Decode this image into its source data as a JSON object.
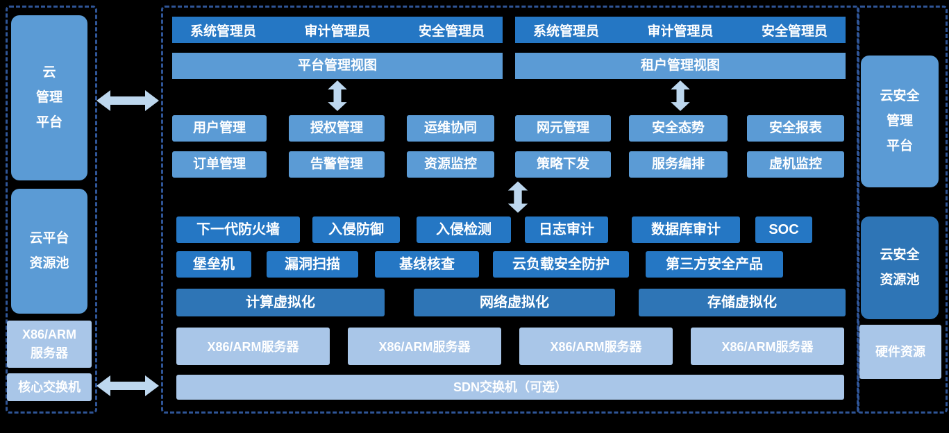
{
  "colors": {
    "background": "#000000",
    "dashed_border": "#2F5597",
    "bright_blue": "#2577C4",
    "medium_blue": "#5B9BD5",
    "deep_blue": "#2E75B6",
    "light_blue": "#A9C6E8",
    "arrow": "#BDD7EE",
    "text": "#FFFFFF"
  },
  "left_panel": {
    "cloud_platform": "云\n管理\n平台",
    "resource_pool": "云平台\n资源池",
    "server": "X86/ARM\n服务器",
    "core_switch": "核心交换机"
  },
  "center": {
    "admin_bars": [
      {
        "labels": [
          "系统管理员",
          "审计管理员",
          "安全管理员"
        ]
      },
      {
        "labels": [
          "系统管理员",
          "审计管理员",
          "安全管理员"
        ]
      }
    ],
    "view_bars": [
      "平台管理视图",
      "租户管理视图"
    ],
    "mgmt_row1": [
      "用户管理",
      "授权管理",
      "运维协同",
      "网元管理",
      "安全态势",
      "安全报表"
    ],
    "mgmt_row2": [
      "订单管理",
      "告警管理",
      "资源监控",
      "策略下发",
      "服务编排",
      "虚机监控"
    ],
    "security_row1": [
      "下一代防火墙",
      "入侵防御",
      "入侵检测",
      "日志审计",
      "数据库审计",
      "SOC"
    ],
    "security_row2": [
      "堡垒机",
      "漏洞扫描",
      "基线核查",
      "云负载安全防护",
      "第三方安全产品"
    ],
    "virtualization": [
      "计算虚拟化",
      "网络虚拟化",
      "存储虚拟化"
    ],
    "servers": [
      "X86/ARM服务器",
      "X86/ARM服务器",
      "X86/ARM服务器",
      "X86/ARM服务器"
    ],
    "sdn": "SDN交换机（可选）"
  },
  "right_panel": {
    "security_platform": "云安全\n管理\n平台",
    "security_pool": "云安全\n资源池",
    "hardware": "硬件资源"
  }
}
